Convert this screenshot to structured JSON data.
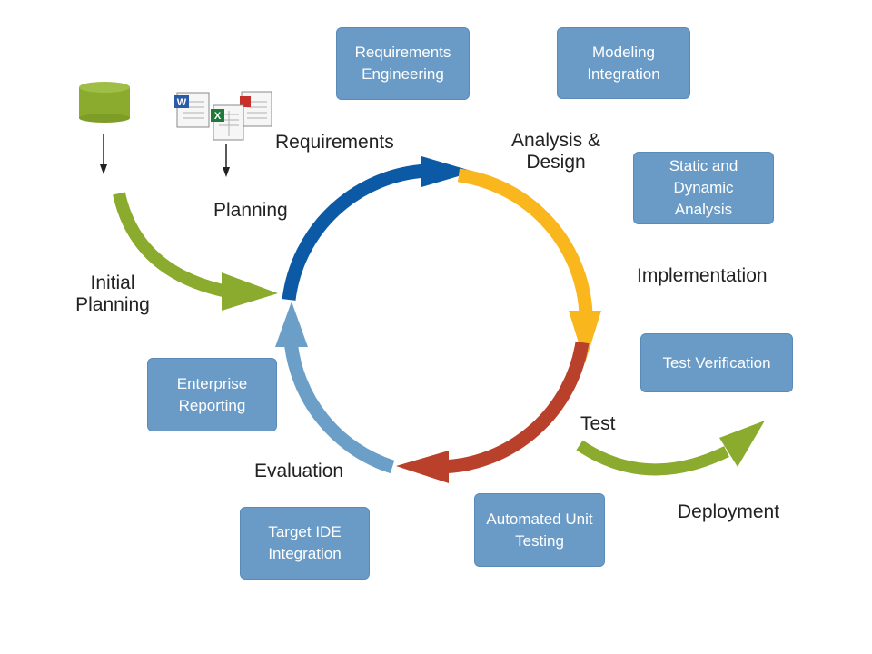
{
  "colors": {
    "green": "#8aab2e",
    "blue_dark": "#0c5aa6",
    "yellow": "#f9b61d",
    "red": "#b9412b",
    "blue_light": "#6c9fc8",
    "box": "#6a9bc6"
  },
  "stages": {
    "requirements": "Requirements",
    "analysis_design": "Analysis &\nDesign",
    "implementation": "Implementation",
    "test": "Test",
    "evaluation": "Evaluation",
    "initial_planning": "Initial\nPlanning",
    "planning": "Planning",
    "deployment": "Deployment"
  },
  "boxes": {
    "requirements_engineering": "Requirements\nEngineering",
    "modeling_integration": "Modeling\nIntegration",
    "static_dynamic_analysis": "Static and Dynamic\nAnalysis",
    "test_verification": "Test Verification",
    "automated_unit_testing": "Automated Unit\nTesting",
    "target_ide_integration": "Target IDE\nIntegration",
    "enterprise_reporting": "Enterprise\nReporting"
  },
  "icons": [
    "database-icon",
    "word-document-icon",
    "excel-spreadsheet-icon",
    "pdf-document-icon"
  ]
}
